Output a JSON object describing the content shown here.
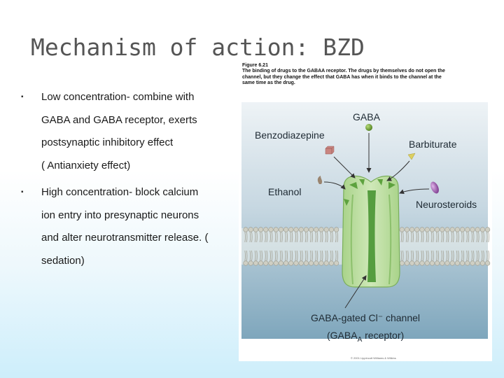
{
  "slide": {
    "title": "Mechanism of action: BZD",
    "bullets": [
      {
        "marker": "▪",
        "lines": [
          "Low  concentration- combine with",
          "GABA and GABA receptor, exerts",
          "postsynaptic inhibitory effect",
          "( Antianxiety effect)"
        ]
      },
      {
        "marker": "▪",
        "lines": [
          "High concentration- block calcium",
          "ion entry into presynaptic neurons",
          "and alter neurotransmitter release.  (",
          "sedation)"
        ]
      }
    ]
  },
  "figure": {
    "number": "Figure 6.21",
    "caption": "The binding of drugs to the GABAA receptor. The drugs by themselves do not open the channel, but they change the effect that GABA has when it binds to the channel at the same time as the drug.",
    "labels": {
      "gaba": "GABA",
      "benzodiazepine": "Benzodiazepine",
      "barbiturate": "Barbiturate",
      "ethanol": "Ethanol",
      "neurosteroids": "Neurosteroids",
      "channel": "GABA-gated Cl⁻ channel",
      "receptor_prefix": "(GABA",
      "receptor_subscript": "A",
      "receptor_suffix": "  receptor)"
    },
    "copyright": "© 2001 Lippincott Williams & Wilkins",
    "colors": {
      "panel_top": "#e6eef3",
      "panel_bottom": "#7fa7bd",
      "channel": "#b8dc98",
      "channel_dark": "#58a53e",
      "membrane_head": "#c9c9bf",
      "gaba": "#6b9f2e",
      "benzodiazepine": "#c97d78",
      "barbiturate": "#d8cc5e",
      "ethanol": "#9a8570",
      "neurosteroids": "#9a57a8"
    }
  }
}
